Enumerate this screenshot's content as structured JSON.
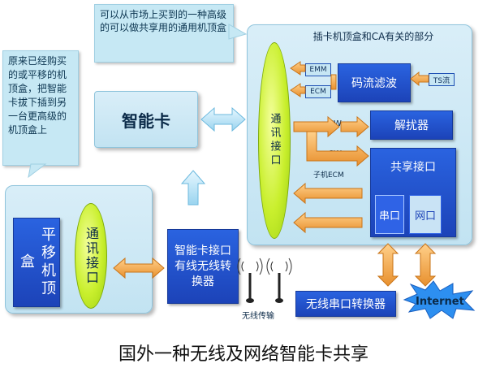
{
  "callout_top": "可以从市场上买到的一种高级的可以做共享用的通用机顶盒",
  "callout_left": "原来已经购买的或平移的机顶盒，把智能卡拔下插到另一台更高级的机顶盒上",
  "smart_card": "智能卡",
  "big_panel_title": "插卡机顶盒和CA有关的部分",
  "comm_port": "通讯接口",
  "emm": "EMM",
  "ecm": "ECM",
  "stream_filter": "码流滤波",
  "ts_stream": "TS流",
  "cw": "CW",
  "descrambler": "解扰器",
  "sub_ecm": "子机ECM",
  "shared_port": "共享接口",
  "serial_port": "串口",
  "network_port": "网口",
  "left_box": "平移机顶盒",
  "converter": "智能卡接口有线无线转换器",
  "wireless_label": "无线传输",
  "wireless_converter": "无线串口转换器",
  "internet": "Internet",
  "caption": "国外一种无线及网络智能卡共享",
  "colors": {
    "accent_blue": "#1f4fcc",
    "oval_green": "#c9ef2d",
    "arrow_orange": "#f2a24a",
    "panel_bg": "#cde9f5"
  }
}
